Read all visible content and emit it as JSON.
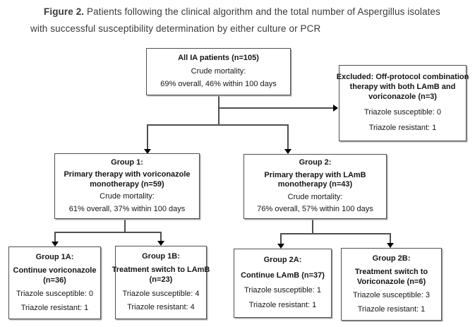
{
  "figure_caption": {
    "label": "Figure 2.",
    "line1_rest": " Patients following the clinical algorithm and the total number of Aspergillus isolates",
    "line2": "with successful susceptibility determination by either culture or PCR"
  },
  "flowchart": {
    "all_patients": {
      "title": "All IA patients (n=105)",
      "line1": "Crude mortality:",
      "line2": "69% overall, 46% within 100 days"
    },
    "excluded": {
      "title_lines": [
        "Excluded: Off-protocol combination",
        "therapy with both LAmB and",
        "voriconazole (n=3)"
      ],
      "line1": "Triazole susceptible: 0",
      "line2": "Triazole resistant: 1"
    },
    "group1": {
      "title": "Group 1:",
      "subtitle_lines": [
        "Primary therapy with voriconazole",
        "monotherapy (n=59)"
      ],
      "line1": "Crude mortality:",
      "line2": "61% overall, 37% within 100 days"
    },
    "group2": {
      "title": "Group 2:",
      "subtitle_lines": [
        "Primary therapy with LAmB",
        "monotherapy (n=43)"
      ],
      "line1": "Crude mortality:",
      "line2": "76% overall, 57% within 100 days"
    },
    "group1a": {
      "title": "Group 1A:",
      "subtitle_lines": [
        "Continue voriconazole",
        "(n=36)"
      ],
      "line1": "Triazole susceptible: 0",
      "line2": "Triazole resistant: 1"
    },
    "group1b": {
      "title": "Group 1B:",
      "subtitle_lines": [
        "Treatment switch to LAmB",
        "(n=23)"
      ],
      "line1": "Triazole susceptible: 4",
      "line2": "Triazole resistant: 4"
    },
    "group2a": {
      "title": "Group 2A:",
      "subtitle_lines": [
        "Continue LAmB (n=37)",
        ""
      ],
      "line1": "Triazole susceptible: 1",
      "line2": "Triazole resistant: 1"
    },
    "group2b": {
      "title": "Group 2B:",
      "subtitle_lines": [
        "Treatment switch to",
        "Voriconazole (n=6)"
      ],
      "line1": "Triazole susceptible: 3",
      "line2": "Triazole resistant: 1"
    }
  },
  "colors": {
    "box-border": "#4f4f4f",
    "line-color": "#4f4f4f",
    "arrow-color": "#000000",
    "text-color": "#161616",
    "caption-color": "#3a3a3a",
    "shadow-color": "#a8a8a8",
    "bg-color": "#ffffff"
  }
}
